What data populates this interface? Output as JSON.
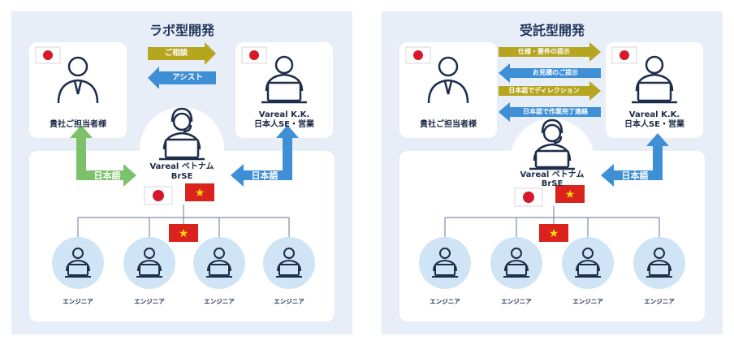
{
  "left": {
    "title": "ラボ型開発",
    "client_label": "貴社ご担当者様",
    "vareal_label_line1": "Vareal K.K.",
    "vareal_label_line2": "日本人SE・営業",
    "brse_line1": "Vareal ベトナム",
    "brse_line2": "BrSE",
    "arrow_consult": "ご相談",
    "arrow_assist": "アシスト",
    "arrow_japanese_left": "日本語",
    "arrow_japanese_right": "日本語",
    "engineers": [
      "エンジニア",
      "エンジニア",
      "エンジニア",
      "エンジニア"
    ]
  },
  "right": {
    "title": "受託型開発",
    "client_label": "貴社ご担当者様",
    "vareal_label_line1": "Vareal K.K.",
    "vareal_label_line2": "日本人SE・営業",
    "brse_line1": "Vareal ベトナム",
    "brse_line2": "BrSE",
    "arrows": [
      "仕様・要件の提示",
      "お見積のご提示",
      "日本語でディレクション",
      "日本語で作業完了連絡"
    ],
    "arrow_japanese": "日本語",
    "engineers": [
      "エンジニア",
      "エンジニア",
      "エンジニア",
      "エンジニア"
    ]
  },
  "colors": {
    "panel_bg": "#e8eef8",
    "olive_arrow": "#b5a51f",
    "blue_arrow": "#3f8fd6",
    "green_arrow": "#7cc26b",
    "engineer_circle": "#cfe4f5",
    "icon_stroke": "#1e2d4a"
  }
}
